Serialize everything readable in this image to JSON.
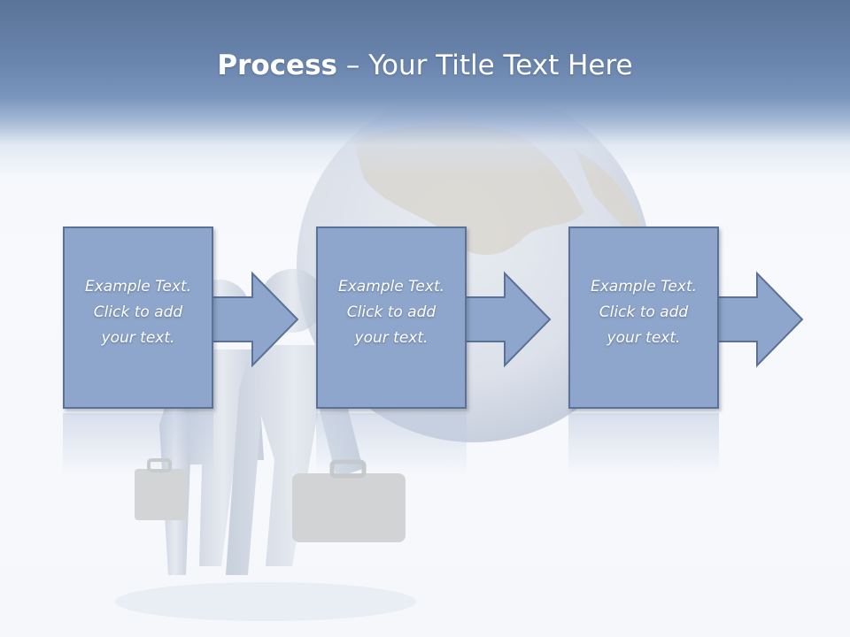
{
  "slide": {
    "title_bold": "Process",
    "title_rest": " – Your Title Text Here"
  },
  "steps": [
    {
      "text": "Example Text.\nClick  to add\nyour text."
    },
    {
      "text": "Example Text.\nClick  to add\nyour text."
    },
    {
      "text": "Example Text.\nClick  to add\nyour text."
    }
  ],
  "colors": {
    "header": "#6a85ad",
    "box_fill": "#8ea6cb",
    "box_border": "#5b7196",
    "text": "#ffffff"
  },
  "icons": [
    "globe-illustration",
    "business-people-illustration",
    "briefcase-icon",
    "arrow-right-icon"
  ]
}
